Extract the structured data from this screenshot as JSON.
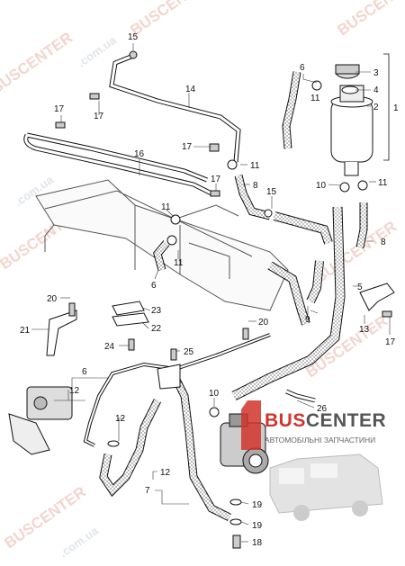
{
  "watermark": {
    "main": "BUSCENTER",
    "domain": ".com.ua"
  },
  "logo": {
    "bus": "BUS",
    "center": "CENTER",
    "subtitle": "АВТОМОБІЛЬНІ ЗАПЧАСТИНИ"
  },
  "callouts": {
    "n15a": "15",
    "n17a": "17",
    "n14": "14",
    "n6a": "6",
    "n11a": "11",
    "n3": "3",
    "n4": "4",
    "n1": "1",
    "n2": "2",
    "n17b": "17",
    "n16": "16",
    "n17c": "17",
    "n11b": "11",
    "n8a": "8",
    "n10a": "10",
    "n11c": "11",
    "n17d": "17",
    "n15b": "15",
    "n11d": "11",
    "n8b": "8",
    "n11e": "11",
    "n6b": "6",
    "n5": "5",
    "n20a": "20",
    "n23": "23",
    "n22": "22",
    "n9": "9",
    "n21": "21",
    "n24": "24",
    "n20b": "20",
    "n13": "13",
    "n17e": "17",
    "n25": "25",
    "n6c": "6",
    "n12a": "12",
    "n10b": "10",
    "n26": "26",
    "n12b": "12",
    "n12c": "12",
    "n7": "7",
    "n19a": "19",
    "n19b": "19",
    "n18": "18"
  }
}
